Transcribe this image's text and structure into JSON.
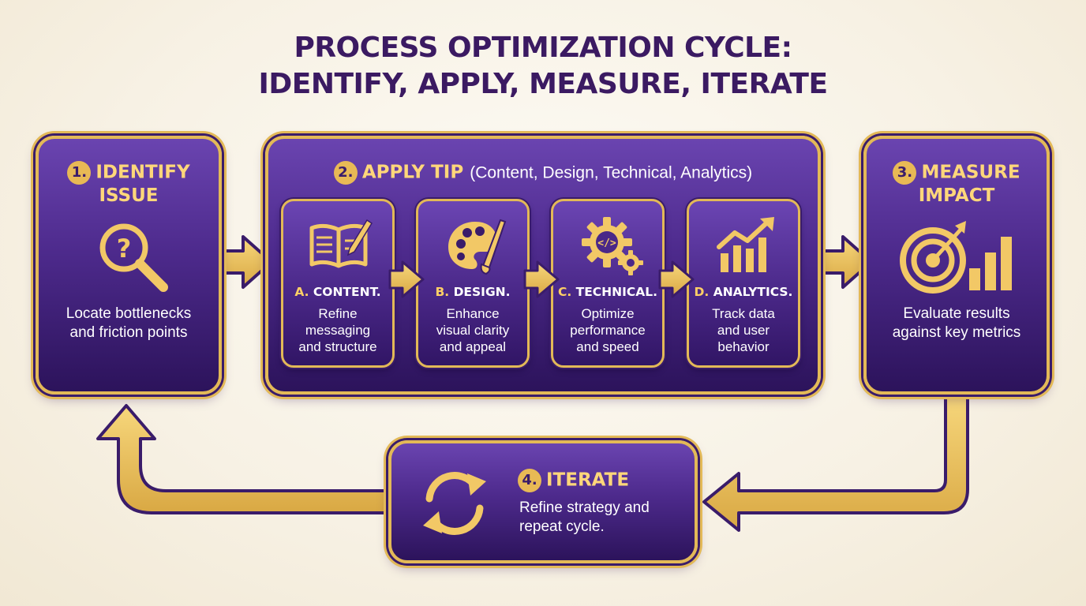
{
  "title": {
    "line1": "PROCESS OPTIMIZATION CYCLE:",
    "line2": "IDENTIFY, APPLY, MEASURE, ITERATE"
  },
  "steps": {
    "identify": {
      "number": "1.",
      "title_line1": "IDENTIFY",
      "title_line2": "ISSUE",
      "desc_line1": "Locate bottlenecks",
      "desc_line2": "and friction points",
      "icon": "magnifier-question-icon"
    },
    "apply": {
      "number": "2.",
      "title": "APPLY TIP",
      "subtitle": "(Content, Design, Technical, Analytics)",
      "tips": [
        {
          "letter": "A.",
          "label": "CONTENT.",
          "desc_line1": "Refine",
          "desc_line2": "messaging",
          "desc_line3": "and structure",
          "icon": "book-pencil-icon"
        },
        {
          "letter": "B.",
          "label": "DESIGN.",
          "desc_line1": "Enhance",
          "desc_line2": "visual clarity",
          "desc_line3": "and appeal",
          "icon": "palette-brush-icon"
        },
        {
          "letter": "C.",
          "label": "TECHNICAL.",
          "desc_line1": "Optimize",
          "desc_line2": "performance",
          "desc_line3": "and speed",
          "icon": "code-gear-icon"
        },
        {
          "letter": "D.",
          "label": "ANALYTICS.",
          "desc_line1": "Track data",
          "desc_line2": "and user",
          "desc_line3": "behavior",
          "icon": "growth-chart-icon"
        }
      ]
    },
    "measure": {
      "number": "3.",
      "title_line1": "MEASURE",
      "title_line2": "IMPACT",
      "desc_line1": "Evaluate results",
      "desc_line2": "against key metrics",
      "icon": "target-bars-icon"
    },
    "iterate": {
      "number": "4.",
      "title": "ITERATE",
      "desc_line1": "Refine strategy and",
      "desc_line2": "repeat cycle.",
      "icon": "cycle-arrows-icon"
    }
  },
  "colors": {
    "gold": "#e3b957",
    "purple_dark": "#2c135b",
    "purple_mid": "#4d2a8c",
    "title_purple": "#3b1a62"
  }
}
